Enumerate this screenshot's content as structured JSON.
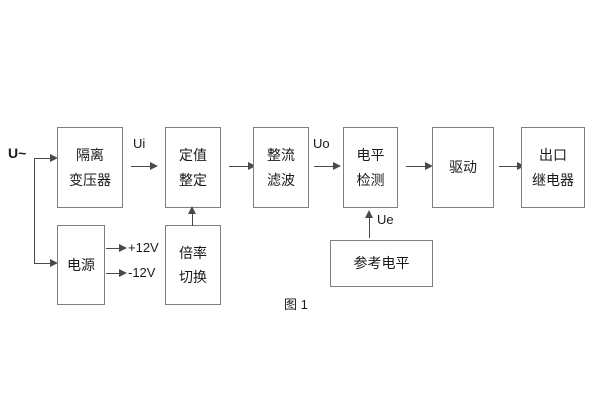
{
  "figure": {
    "caption": "图 1",
    "background_color": "#ffffff",
    "box_border_color": "#808080",
    "line_color": "#4a4a4a",
    "text_color": "#1a1a1a"
  },
  "blocks": [
    {
      "id": "isolation-transformer",
      "lines": [
        "隔离",
        "变压器"
      ]
    },
    {
      "id": "setpoint-setting",
      "lines": [
        "定值",
        "整定"
      ]
    },
    {
      "id": "rectify-filter",
      "lines": [
        "整流",
        "滤波"
      ]
    },
    {
      "id": "level-detection",
      "lines": [
        "电平",
        "检测"
      ]
    },
    {
      "id": "drive",
      "lines": [
        "驱动"
      ]
    },
    {
      "id": "output-relay",
      "lines": [
        "出口",
        "继电器"
      ]
    },
    {
      "id": "power-supply",
      "lines": [
        "电源"
      ]
    },
    {
      "id": "multiplier-switch",
      "lines": [
        "倍率",
        "切换"
      ]
    },
    {
      "id": "reference-level",
      "lines": [
        "参考电平"
      ]
    }
  ],
  "signals": {
    "input_source": "U~",
    "ui": "Ui",
    "uo": "Uo",
    "ue": "Ue",
    "supply_positive": "+12V",
    "supply_negative": "-12V"
  }
}
